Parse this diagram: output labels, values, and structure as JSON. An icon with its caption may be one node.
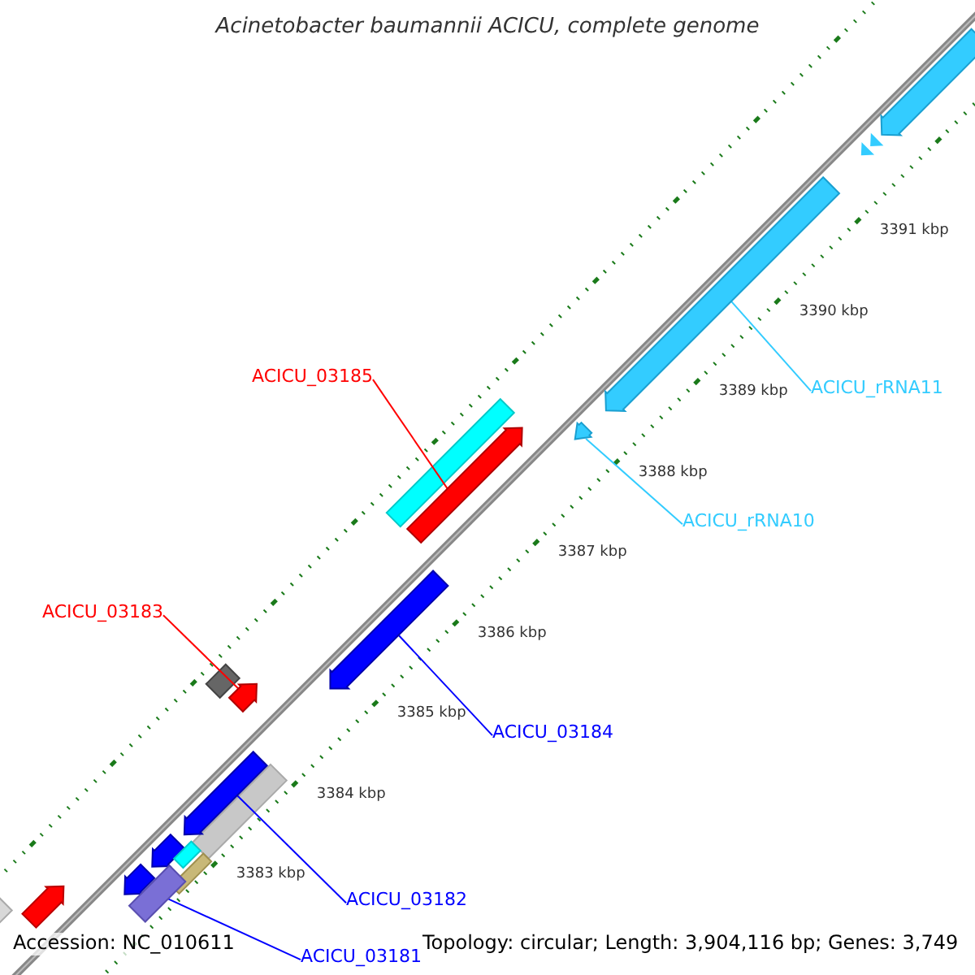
{
  "diagram": {
    "title": "Acinetobacter baumannii ACICU, complete genome",
    "nodes": [
      {
        "text": [
          "ACICU_03185"
        ]
      },
      {
        "text": [],
        "shape": "arrow"
      },
      {
        "text": [
          "ACICU_rRNA11"
        ]
      },
      {
        "text": [],
        "shape": "arrow"
      },
      {
        "text": [
          "ACICU_rRNA10"
        ]
      },
      {
        "text": [],
        "shape": "arrow"
      },
      {
        "text": [
          "ACICU_03183"
        ]
      },
      {
        "text": [],
        "shape": "arrow"
      },
      {
        "text": [
          "ACICU_03184"
        ]
      },
      {
        "text": [],
        "shape": "arrow"
      },
      {
        "text": [
          "ACICU_03182"
        ]
      },
      {
        "text": [],
        "shape": "arrow"
      },
      {
        "text": [
          "ACICU_03181"
        ]
      },
      {
        "text": [],
        "shape": "bar"
      }
    ],
    "edges": [
      {
        "from": 0,
        "to": 1,
        "arrow": "none",
        "color": "#ff0000"
      },
      {
        "from": 2,
        "to": 3,
        "arrow": "none",
        "color": "#33ccff"
      },
      {
        "from": 4,
        "to": 5,
        "arrow": "none",
        "color": "#33ccff"
      },
      {
        "from": 6,
        "to": 7,
        "arrow": "none",
        "color": "#ff0000"
      },
      {
        "from": 8,
        "to": 9,
        "arrow": "none",
        "color": "#0000ff"
      },
      {
        "from": 10,
        "to": 11,
        "arrow": "none",
        "color": "#0000ff"
      },
      {
        "from": 12,
        "to": 13,
        "arrow": "none",
        "color": "#0000ff"
      }
    ],
    "labels": [
      "3391 kbp",
      "3390 kbp",
      "3389 kbp",
      "3388 kbp",
      "3387 kbp",
      "3386 kbp",
      "3385 kbp",
      "3384 kbp",
      "3383 kbp",
      "Accession: NC_010611",
      "Topology: circular; Length: 3,904,116 bp; Genes: 3,749"
    ]
  }
}
